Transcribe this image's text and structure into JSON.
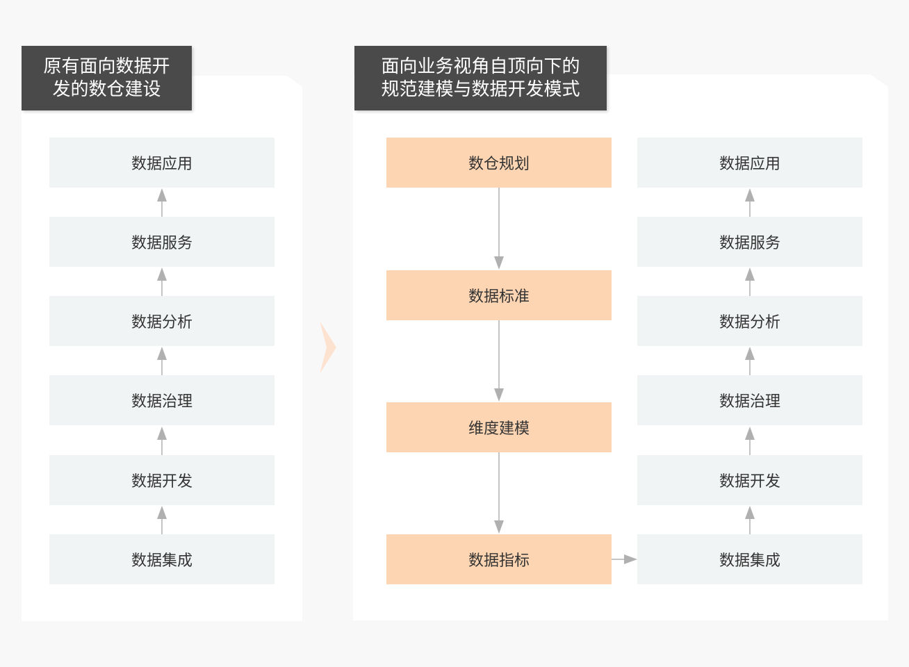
{
  "left": {
    "title_lines": [
      "原有面向数据开",
      "发的数仓建设"
    ],
    "stack": [
      "数据应用",
      "数据服务",
      "数据分析",
      "数据治理",
      "数据开发",
      "数据集成"
    ]
  },
  "right": {
    "title_lines": [
      "面向业务视角自顶向下的",
      "规范建模与数据开发模式"
    ],
    "flow": [
      "数仓规划",
      "数据标准",
      "维度建模",
      "数据指标"
    ],
    "stack": [
      "数据应用",
      "数据服务",
      "数据分析",
      "数据治理",
      "数据开发",
      "数据集成"
    ]
  },
  "colors": {
    "title_bg": "#4a4a4a",
    "gray_box": "#f1f4f5",
    "orange_box": "#fed5b2",
    "arrow": "#b0b0b0",
    "chevron": "#fde3cf"
  }
}
